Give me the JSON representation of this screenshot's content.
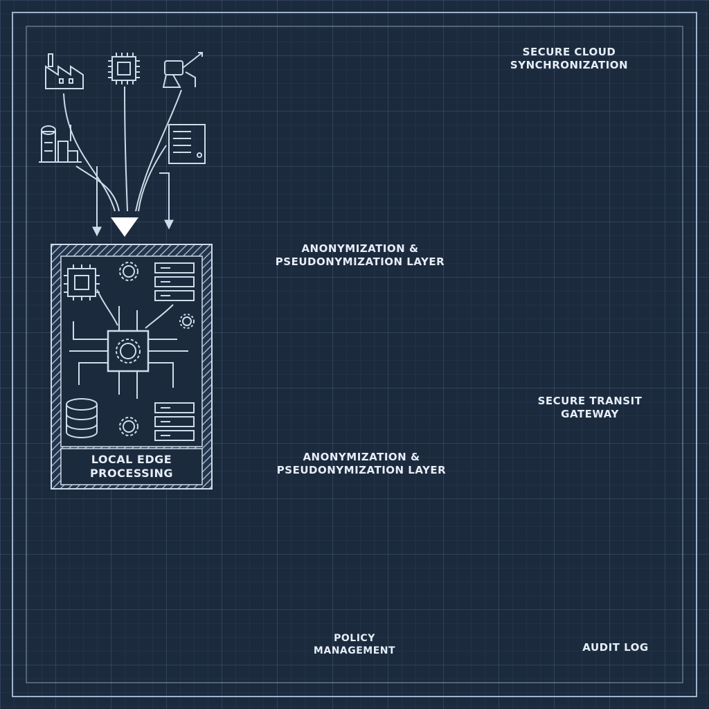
{
  "colors": {
    "background": "#1c2a3e",
    "line": "#cfdcea",
    "hatch": "#9db4cc",
    "highlight": "#ffffff"
  },
  "nodes": {
    "edge": {
      "label_line1": "LOCAL EDGE",
      "label_line2": "PROCESSING"
    },
    "anon": {
      "label_line1": "ANONYMIZATION &",
      "label_line2": "PSEUDONYMIZATION LAYER"
    },
    "cloud": {
      "label_line1": "SECURE CLOUD",
      "label_line2": "SYNCHRONIZATION"
    },
    "transit": {
      "label_line1": "SECURE TRANSIT",
      "label_line2": "GATEWAY"
    },
    "policy": {
      "label_line1": "POLICY",
      "label_line2": "MANAGEMENT"
    },
    "audit": {
      "label": "AUDIT LOG"
    }
  },
  "icons": [
    "factory-icon",
    "chip-icon",
    "robot-arm-icon",
    "refinery-icon",
    "server-rack-icon",
    "router-icon",
    "network-switch-icon",
    "shield-check-icon",
    "key-icon",
    "padlock-icon",
    "cloud-lock-icon",
    "database-icon",
    "castle-icon",
    "firewall-icon",
    "gear-icon",
    "tools-icon",
    "checklist-icon",
    "document-gear-icon",
    "audit-document-icon"
  ]
}
